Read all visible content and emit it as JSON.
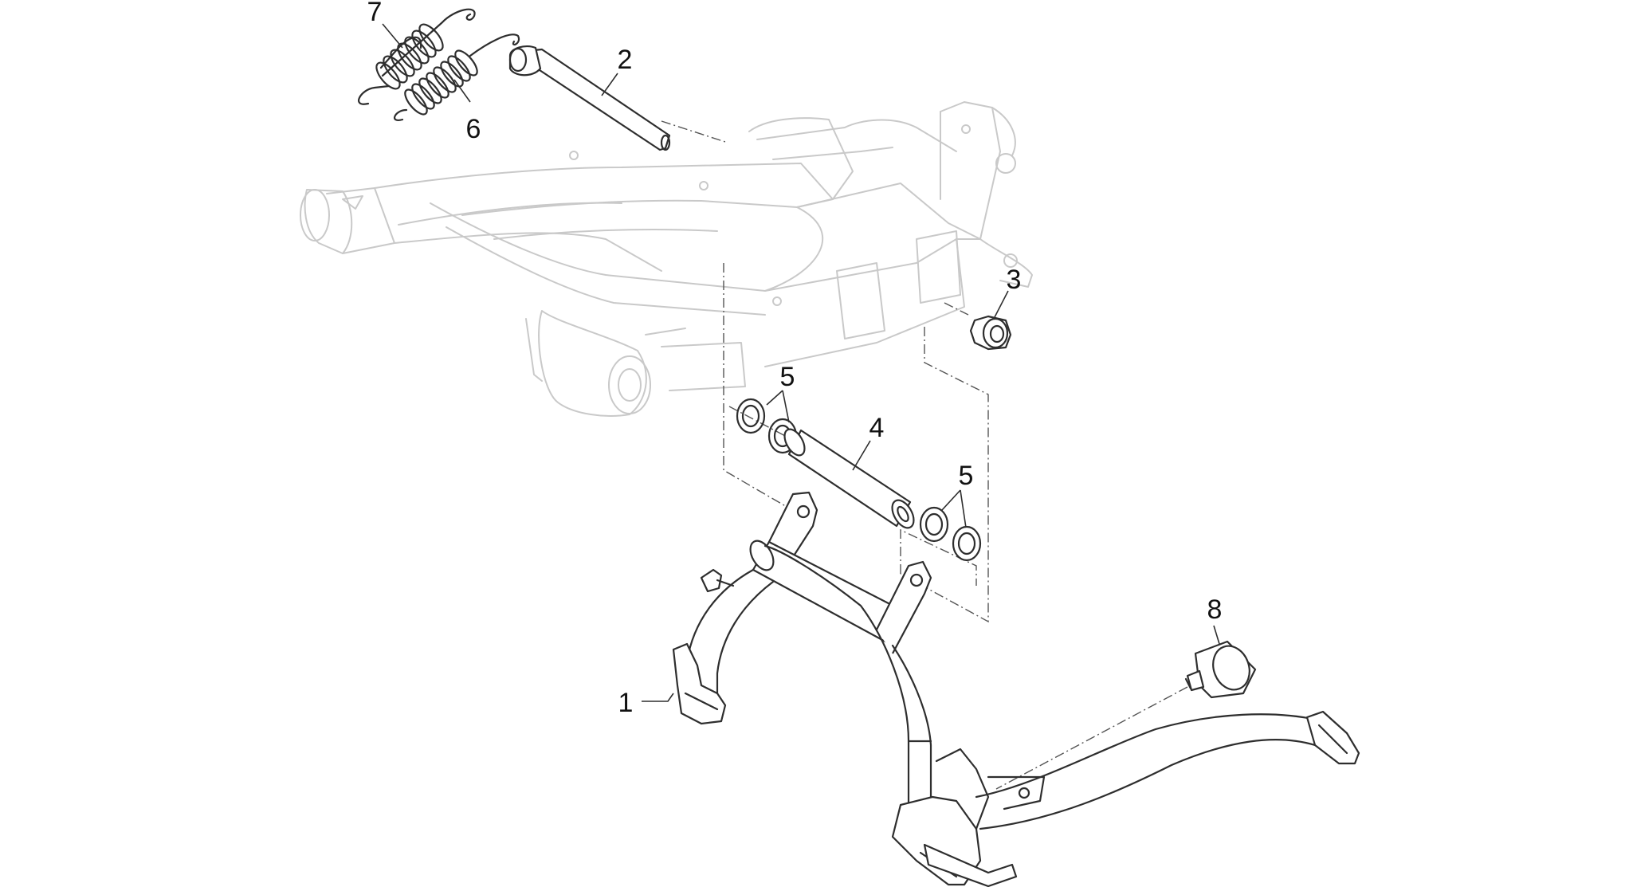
{
  "callouts": {
    "c1": "1",
    "c2": "2",
    "c3": "3",
    "c4": "4",
    "c5a": "5",
    "c5b": "5",
    "c6": "6",
    "c7": "7",
    "c8": "8"
  },
  "colors": {
    "line": "#2e2e2e",
    "ghost": "#c9c9c9",
    "background": "#ffffff"
  }
}
